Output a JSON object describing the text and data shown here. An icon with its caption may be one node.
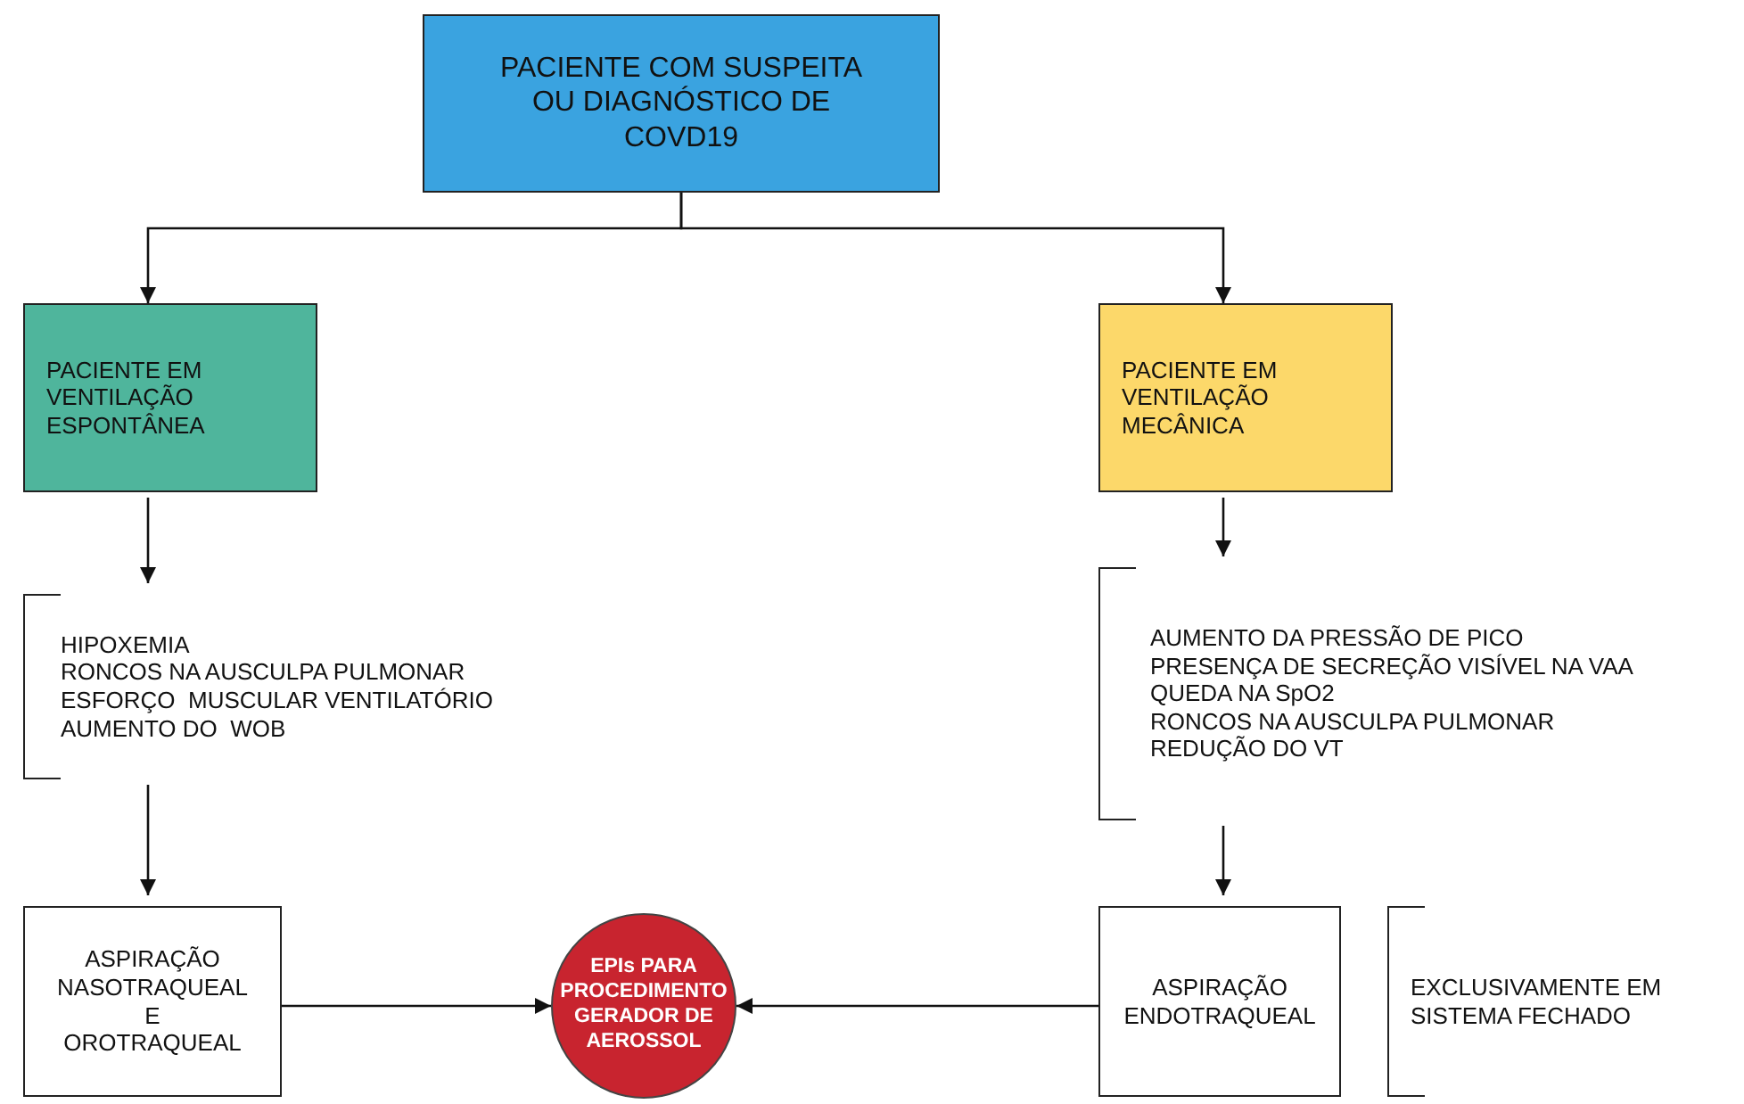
{
  "diagram": {
    "nodes": [
      {
        "text": [
          "PACIENTE COM SUSPEITA OU DIAGNÓSTICO DE COVD19"
        ]
      },
      {
        "text": [
          "PACIENTE EM VENTILAÇÃO ESPONTÂNEA"
        ]
      },
      {
        "text": [
          "PACIENTE EM VENTILAÇÃO MECÂNICA"
        ]
      },
      {
        "text": [
          "HIPOXEMIA",
          "RONCOS NA AUSCULPA PULMONAR",
          "ESFORÇO  MUSCULAR VENTILATÓRIO",
          "AUMENTO DO  WOB"
        ]
      },
      {
        "text": [
          "AUMENTO DA PRESSÃO DE PICO",
          "PRESENÇA DE SECREÇÃO VISÍVEL NA VAA",
          "QUEDA NA SpO2",
          "RONCOS NA AUSCULPA PULMONAR",
          "REDUÇÃO DO VT"
        ]
      },
      {
        "text": [
          "ASPIRAÇÃO NASOTRAQUEAL E OROTRAQUEAL"
        ]
      },
      {
        "text": [
          "EPIs PARA PROCEDIMENTO GERADOR DE AEROSSOL"
        ]
      },
      {
        "text": [
          "ASPIRAÇÃO ENDOTRAQUEAL"
        ]
      },
      {
        "text": [
          "EXCLUSIVAMENTE EM SISTEMA FECHADO"
        ]
      }
    ],
    "edges": [
      {
        "from": 0,
        "to": 1,
        "arrow": "to"
      },
      {
        "from": 0,
        "to": 2,
        "arrow": "to"
      },
      {
        "from": 1,
        "to": 3,
        "arrow": "to"
      },
      {
        "from": 2,
        "to": 4,
        "arrow": "to"
      },
      {
        "from": 3,
        "to": 5,
        "arrow": "to"
      },
      {
        "from": 4,
        "to": 7,
        "arrow": "to"
      },
      {
        "from": 5,
        "to": 6,
        "arrow": "to"
      },
      {
        "from": 7,
        "to": 6,
        "arrow": "to"
      }
    ]
  }
}
